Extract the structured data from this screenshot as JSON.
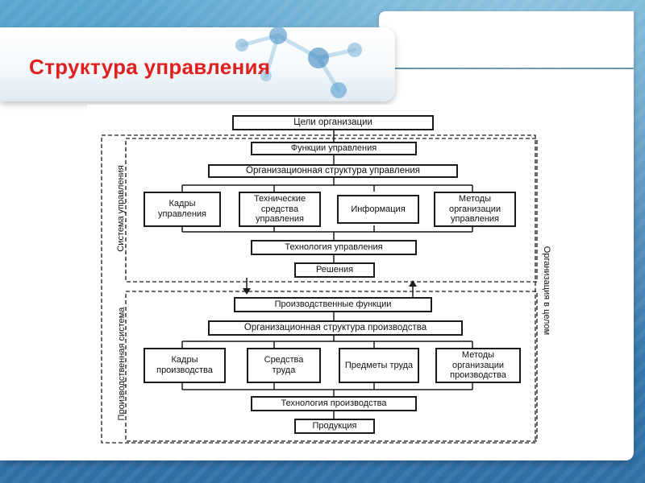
{
  "slide": {
    "title": "Структура управления"
  },
  "diagram": {
    "goals": "Цели организации",
    "management_system": {
      "label": "Система управления",
      "functions": "Функции управления",
      "org_structure": "Организационная структура управления",
      "elements": [
        "Кадры управления",
        "Технические средства управления",
        "Информация",
        "Методы организации управления"
      ],
      "technology": "Технология управления",
      "decisions": "Решения"
    },
    "production_system": {
      "label": "Производственная система",
      "functions": "Производственные функции",
      "org_structure": "Организационная структура производства",
      "elements": [
        "Кадры производства",
        "Средства труда",
        "Предметы труда",
        "Методы организации производства"
      ],
      "technology": "Технология производства",
      "products": "Продукция"
    },
    "organization_label": "Организация в целом"
  },
  "colors": {
    "title": "#e02020",
    "background": "#3c7fb3"
  }
}
